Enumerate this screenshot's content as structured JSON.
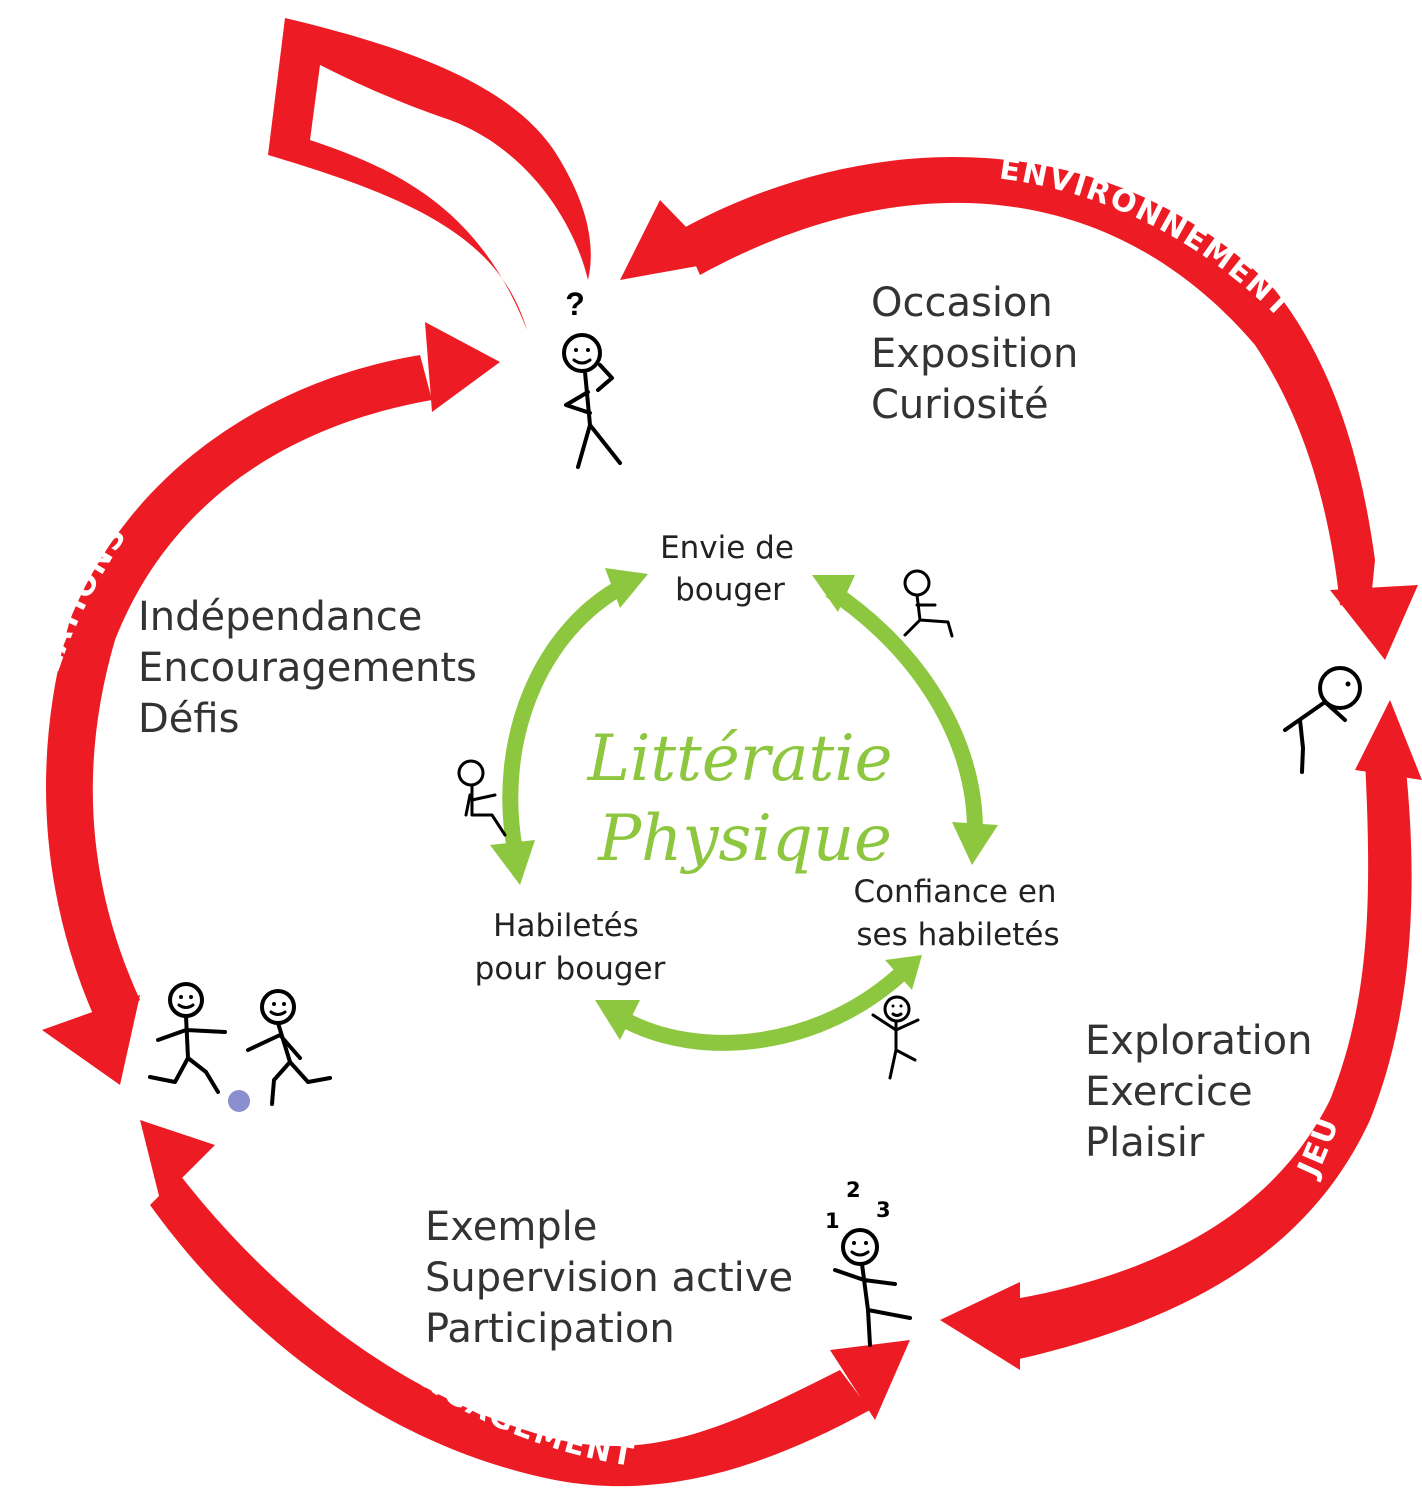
{
  "colors": {
    "red": "#ed1c24",
    "green": "#8dc63f",
    "text": "#333333",
    "ball": "#8b8fd0"
  },
  "center": {
    "title_line1": "Littératie",
    "title_line2": "Physique"
  },
  "inner_nodes": {
    "top_line1": "Envie de",
    "top_line2": "bouger",
    "right_line1": "Confiance en",
    "right_line2": "ses habiletés",
    "left_line1": "Habiletés",
    "left_line2": "pour bouger"
  },
  "outer_labels": {
    "environnement": "ENVIRONNEMENT",
    "relations": "RELATIONS",
    "jeu": "JEU",
    "engagement": "ENGAGEMENT"
  },
  "groups": {
    "top_right": [
      "Occasion",
      "Exposition",
      "Curiosité"
    ],
    "left": [
      "Indépendance",
      "Encouragements",
      "Défis"
    ],
    "bottom_right": [
      "Exploration",
      "Exercice",
      "Plaisir"
    ],
    "bottom": [
      "Exemple",
      "Supervision active",
      "Participation"
    ]
  },
  "figures": {
    "question_mark": "?",
    "counting": [
      "1",
      "2",
      "3"
    ]
  },
  "icons": {
    "thinking": "thinking-figure-icon",
    "running": "running-figure-icon",
    "counting": "counting-figure-icon",
    "playing": "ball-players-icon"
  }
}
